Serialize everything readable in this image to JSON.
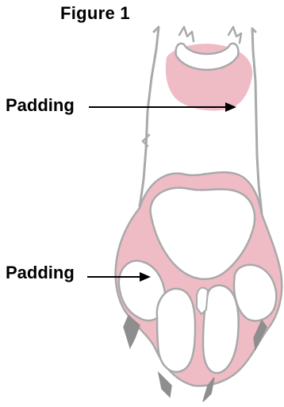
{
  "figure": {
    "title": "Figure 1"
  },
  "callouts": [
    {
      "label": "Padding"
    },
    {
      "label": "Padding"
    }
  ],
  "colors": {
    "padding": "#EFBCC6",
    "outline": "#A9A9A9",
    "claw": "#8E8E8E",
    "arrow": "#000000",
    "text": "#000000"
  }
}
